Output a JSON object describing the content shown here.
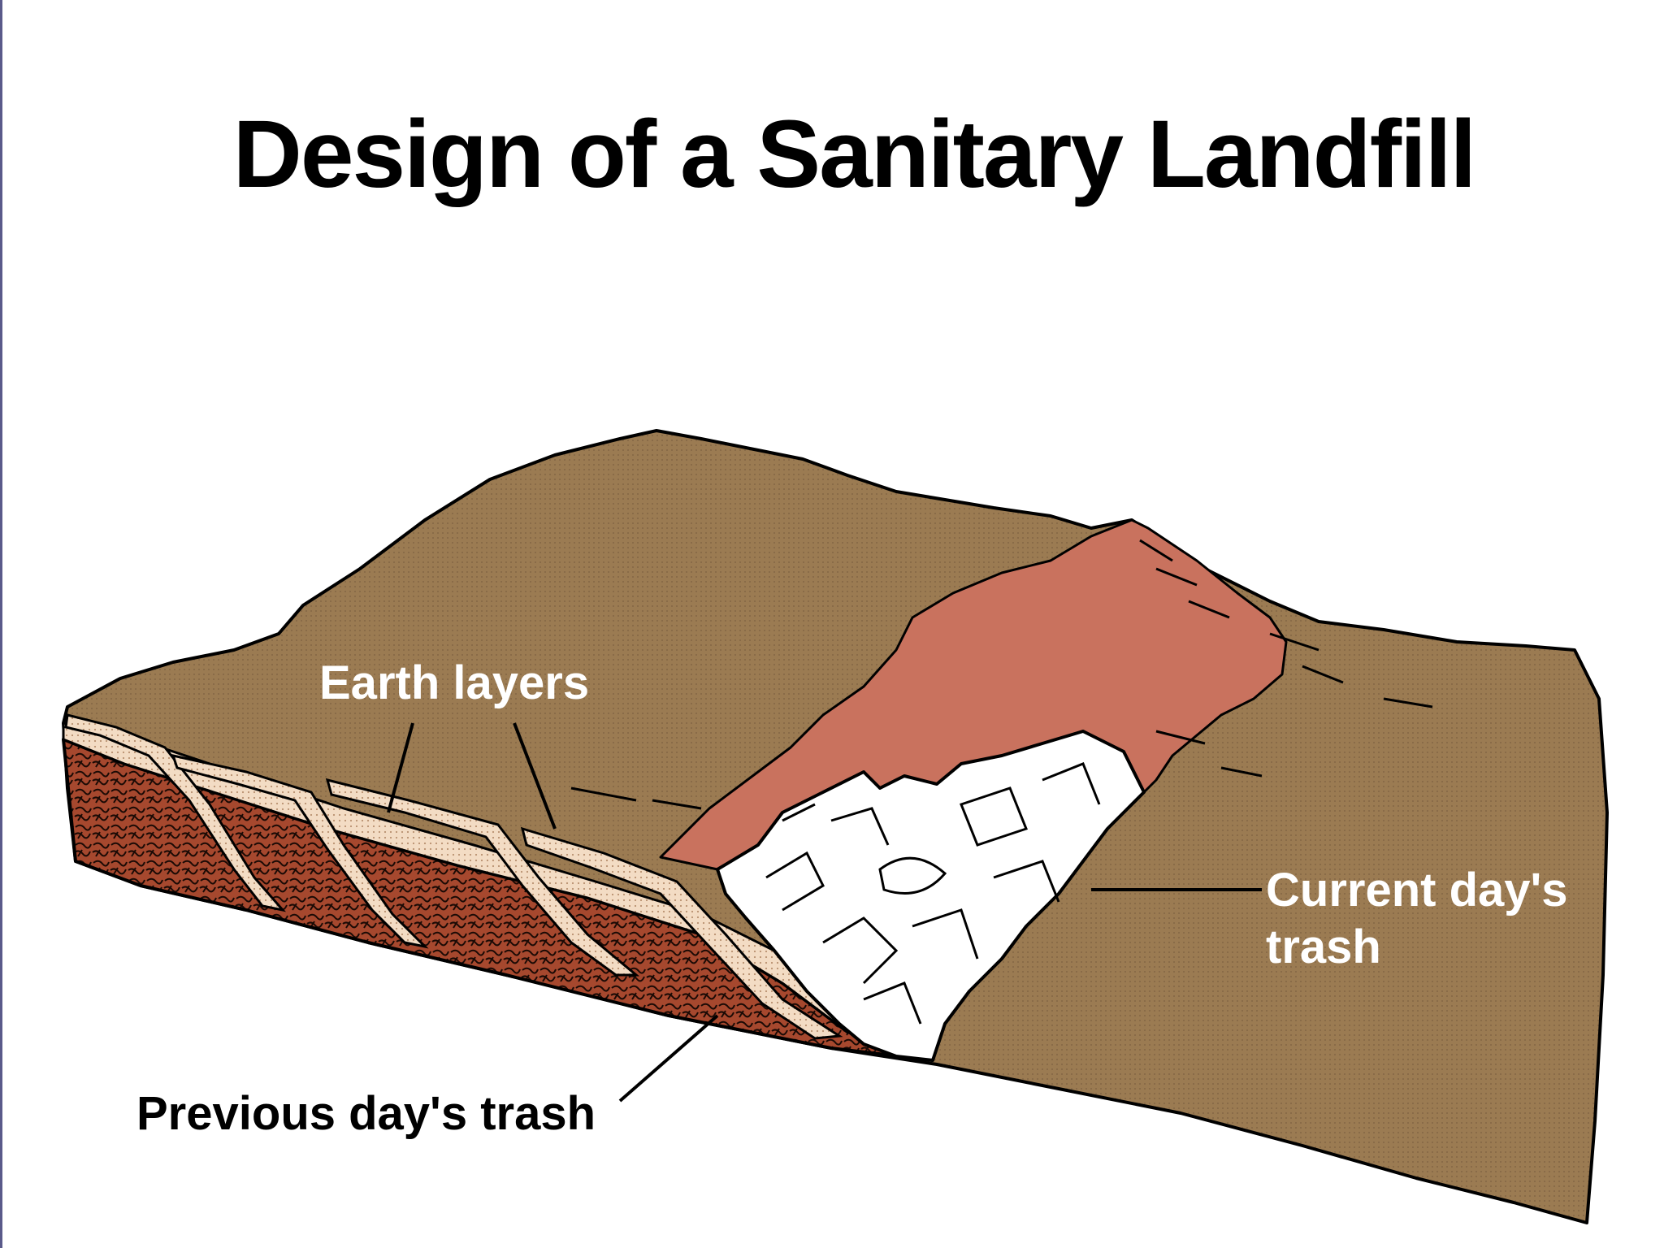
{
  "title": "Design of a Sanitary Landfill",
  "labels": {
    "earth_layers": "Earth layers",
    "current_trash_line1": "Current day's",
    "current_trash_line2": "trash",
    "previous_trash": "Previous day's trash"
  },
  "colors": {
    "earth_surface": "#9b7b52",
    "cover_soil_cut": "#c9725e",
    "earth_layer_band": "#f3dcc4",
    "previous_trash": "#a6482e",
    "current_trash": "#ffffff",
    "outline": "#000000"
  }
}
